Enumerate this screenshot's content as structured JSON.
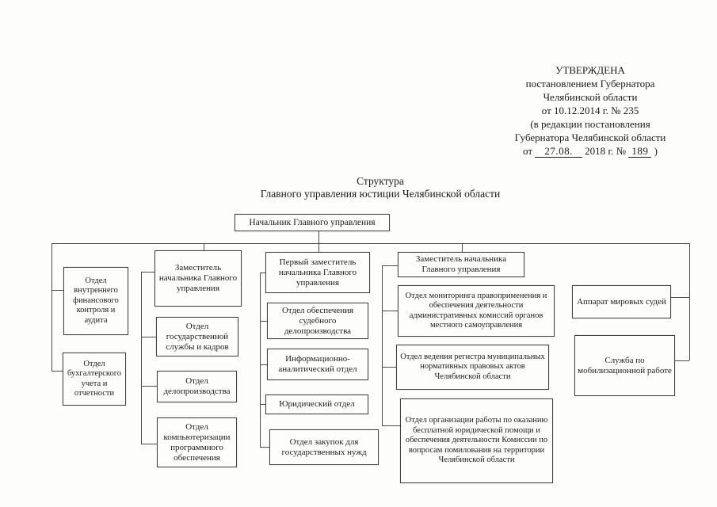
{
  "approval": {
    "lines": [
      "УТВЕРЖДЕНА",
      "постановлением Губернатора",
      "Челябинской области",
      "от 10.12.2014 г. № 235",
      "(в редакции постановления",
      "Губернатора Челябинской области"
    ],
    "last_line": {
      "prefix": "от",
      "date": "27.08.",
      "mid": "2018 г. №",
      "number": "189",
      "suffix": ")"
    }
  },
  "title": {
    "line1": "Структура",
    "line2": "Главного управления юстиции Челябинской области"
  },
  "org_chart": {
    "root": "Начальник Главного управления",
    "branches": [
      {
        "head": "",
        "units": [
          "Отдел внутреннего финансового контроля и аудита",
          "Отдел бухгалтерского учета и отчетности"
        ]
      },
      {
        "head": "Заместитель начальника Главного управления",
        "units": [
          "Отдел государственной службы и кадров",
          "Отдел делопроизводства",
          "Отдел компьютеризации программного обеспечения"
        ]
      },
      {
        "head": "Первый заместитель начальника Главного управления",
        "units": [
          "Отдел обеспечения судебного делопроизводства",
          "Информационно-аналитический отдел",
          "Юридический отдел",
          "Отдел закупок для государственных нужд"
        ]
      },
      {
        "head": "Заместитель начальника Главного управления",
        "units": [
          "Отдел мониторинга правоприменения и обеспечения деятельности административных комиссий органов местного самоуправления",
          "Отдел ведения регистра муниципальных нормативных правовых актов Челябинской области",
          "Отдел организации работы по оказанию бесплатной юридической помощи и обеспечения деятельности Комиссии по вопросам помилования на территории Челябинской области"
        ]
      },
      {
        "head": "",
        "units": [
          "Аппарат мировых судей",
          "Служба по мобилизационной работе"
        ]
      }
    ]
  }
}
